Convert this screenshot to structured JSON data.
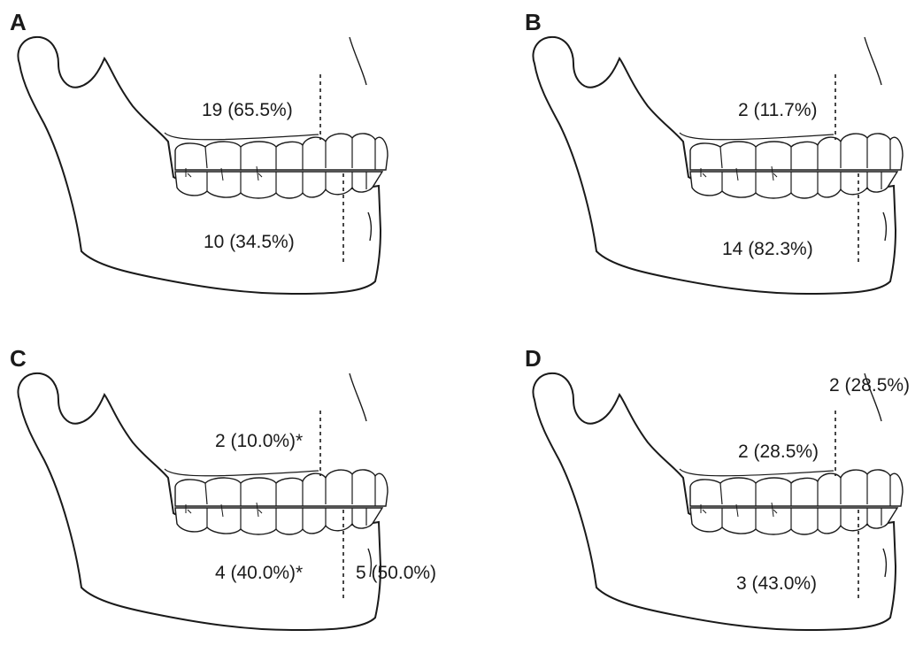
{
  "panels": [
    {
      "letter": "A",
      "labels": [
        {
          "text": "19 (65.5%)"
        },
        {
          "text": "10 (34.5%)"
        }
      ]
    },
    {
      "letter": "B",
      "labels": [
        {
          "text": "2 (11.7%)"
        },
        {
          "text": "14 (82.3%)"
        }
      ]
    },
    {
      "letter": "C",
      "labels": [
        {
          "text": "2 (10.0%)*"
        },
        {
          "text": "4 (40.0%)*"
        },
        {
          "text": "5 (50.0%)"
        }
      ]
    },
    {
      "letter": "D",
      "labels": [
        {
          "text": "2 (28.5%)"
        },
        {
          "text": "2 (28.5%)"
        },
        {
          "text": "3 (43.0%)"
        }
      ]
    }
  ]
}
